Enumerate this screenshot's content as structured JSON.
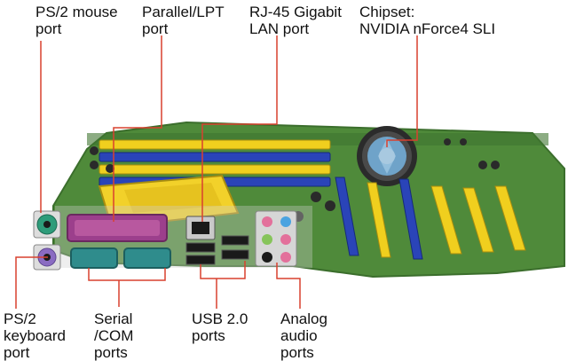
{
  "callouts": {
    "ps2_mouse": "PS/2 mouse\nport",
    "parallel_lpt": "Parallel/LPT\nport",
    "rj45": "RJ-45 Gigabit\nLAN port",
    "chipset": "Chipset:\nNVIDIA nForce4 SLI",
    "ps2_keyboard": "PS/2\nkeyboard\nport",
    "serial_com": "Serial\n/COM\nports",
    "usb": "USB 2.0\nports",
    "analog_audio": "Analog\naudio\nports"
  },
  "colors": {
    "pcb": "#4f8a3a",
    "pcb_dark": "#3b6e2c",
    "slot_yellow": "#f0cf1e",
    "slot_blue": "#2a44b8",
    "ps2_mouse_green": "#2e9c7a",
    "ps2_keyboard_purple": "#8a6bc2",
    "parallel_magenta": "#9c3f8c",
    "serial_teal": "#2f8c8c",
    "audio_pink": "#e3709b",
    "audio_blue": "#4aa3e0",
    "audio_green": "#86c45a",
    "leader_line": "#d9412f"
  }
}
